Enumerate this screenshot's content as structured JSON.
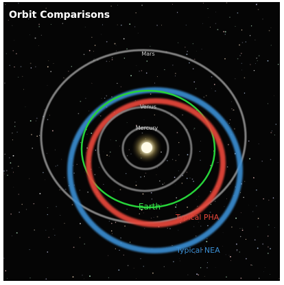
{
  "title": "Orbit Comparisons",
  "labels": {
    "mars": "Mars",
    "venus": "Venus",
    "mercury": "Mercury",
    "earth": "Earth",
    "typical_pha": "Typical PHA",
    "typical_nea": "Typical NEA"
  },
  "colors": {
    "background": "#050505",
    "mercury_orbit": "#8a8a8a",
    "venus_orbit": "#8a8a8a",
    "mars_orbit": "#9a9a9a",
    "earth_orbit": "#27d33a",
    "pha_orbit": "#e8473b",
    "nea_orbit": "#3b8fd4",
    "sun": "#f6f0c8",
    "planet_label": "#cfcfcf",
    "earth_label": "#38df4a",
    "pha_label": "#e8473b",
    "nea_label": "#3b8fd4",
    "title": "#ffffff"
  },
  "icons": {
    "sun": "sun-icon"
  }
}
